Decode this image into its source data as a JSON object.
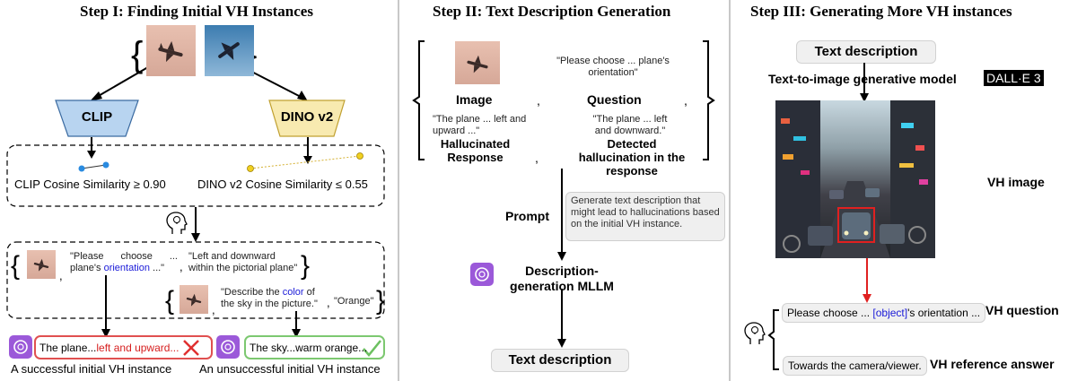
{
  "step1": {
    "title": "Step I: Finding Initial VH Instances",
    "clip_label": "CLIP",
    "dino_label": "DINO v2",
    "clip_similarity": "CLIP Cosine Similarity ≥ 0.90",
    "dino_similarity": "DINO v2 Cosine Similarity ≤ 0.55",
    "q1_text_1": "\"Please choose ... plane's ",
    "q1_highlight": "orientation",
    "q1_text_2": " ...\"",
    "a1_text": "\"Left and downward within the pictorial plane\"",
    "q2_text_1": "\"Describe the ",
    "q2_highlight": "color",
    "q2_text_2": " of the sky in the picture.\"",
    "a2_text": "\"Orange\"",
    "resp_success_1": "The plane...",
    "resp_success_2": "left and upward...",
    "resp_fail": "The sky...warm orange...",
    "caption_success": "A successful initial VH instance",
    "caption_fail": "An unsuccessful initial VH instance"
  },
  "step2": {
    "title": "Step II: Text Description Generation",
    "question_text": "\"Please choose ... plane's orientation\"",
    "image_label": "Image",
    "question_label": "Question",
    "hallucinated_quote": "\"The plane ... left and upward ...\"",
    "detected_quote": "\"The plane ... left and downward.\"",
    "hallucinated_label": "Hallucinated Response",
    "detected_label": "Detected hallucination in the response",
    "comma": ",",
    "prompt_label": "Prompt",
    "prompt_text": "Generate text description that might lead to hallucinations based on the initial VH instance.",
    "mllm_label": "Description-generation MLLM",
    "output_label": "Text description"
  },
  "step3": {
    "title": "Step III: Generating More VH instances",
    "input_label": "Text description",
    "model_label": "Text-to-image generative model",
    "dalle_label": "DALL·E 3",
    "image_caption": "VH image",
    "question_1": "Please choose ... ",
    "question_highlight": "[object]",
    "question_2": "'s orientation ...",
    "vh_question_label": "VH question",
    "answer_text": "Towards the camera/viewer.",
    "vh_answer_label": "VH reference answer"
  },
  "colors": {
    "clip_fill": "#b8d4f0",
    "dino_fill": "#f8eab0",
    "success_border": "#e05050",
    "fail_border": "#7cc870",
    "gpt_purple": "#9b59d9",
    "highlight_blue": "#1a1ad8"
  },
  "icons": [
    "airplane-icon",
    "chatgpt-icon",
    "lightbulb-head-icon",
    "cross-icon",
    "check-icon"
  ]
}
